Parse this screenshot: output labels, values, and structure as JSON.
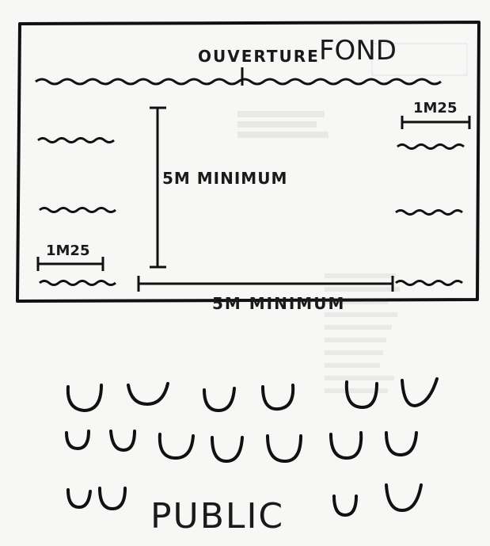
{
  "labels": {
    "opening": "OUVERTURE",
    "back": "FOND",
    "height_min": "5M MINIMUM",
    "width_min": "5M MINIMUM",
    "wing_right": "1M25",
    "wing_left": "1M25",
    "audience": "PUBLIC"
  }
}
